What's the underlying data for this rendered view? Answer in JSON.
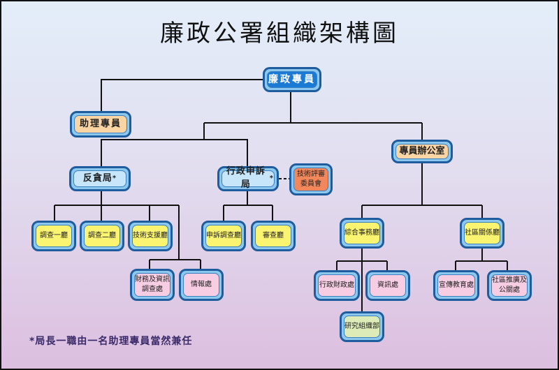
{
  "title": "廉政公署組織架構圖",
  "nodes": {
    "commissioner": "廉政專員",
    "assistant": "助理專員",
    "anti_corruption": "反貪局",
    "admin_complaints": "行政申訴局",
    "tech_review": "技術評審\n委員會",
    "commissioner_office": "專員辦公室",
    "inv1": "調查一廳",
    "inv2": "調查二廳",
    "tech_support": "技術支援廳",
    "fin_it": "財務及資訊\n調查處",
    "intel": "情報處",
    "complaint_inv": "申訴調查廳",
    "review": "審查廳",
    "general_affairs": "綜合事務廳",
    "community": "社區關係廳",
    "admin_finance": "行政財政處",
    "info": "資訊處",
    "research": "研究組織部",
    "education": "宣傳教育處",
    "community_outreach": "社區推廣及\n公關處"
  },
  "star_mark": "*",
  "footnote": "*局長一職由一名助理專員當然兼任",
  "colors": {
    "top": "#1b7ad6",
    "orange": "#fbd4a4",
    "blue": "#c8e6fa",
    "salmon": "#f2875b",
    "yellow": "#faf471",
    "pink": "#f7cde3",
    "green": "#dcebb7",
    "border": "#1f5c9e"
  }
}
